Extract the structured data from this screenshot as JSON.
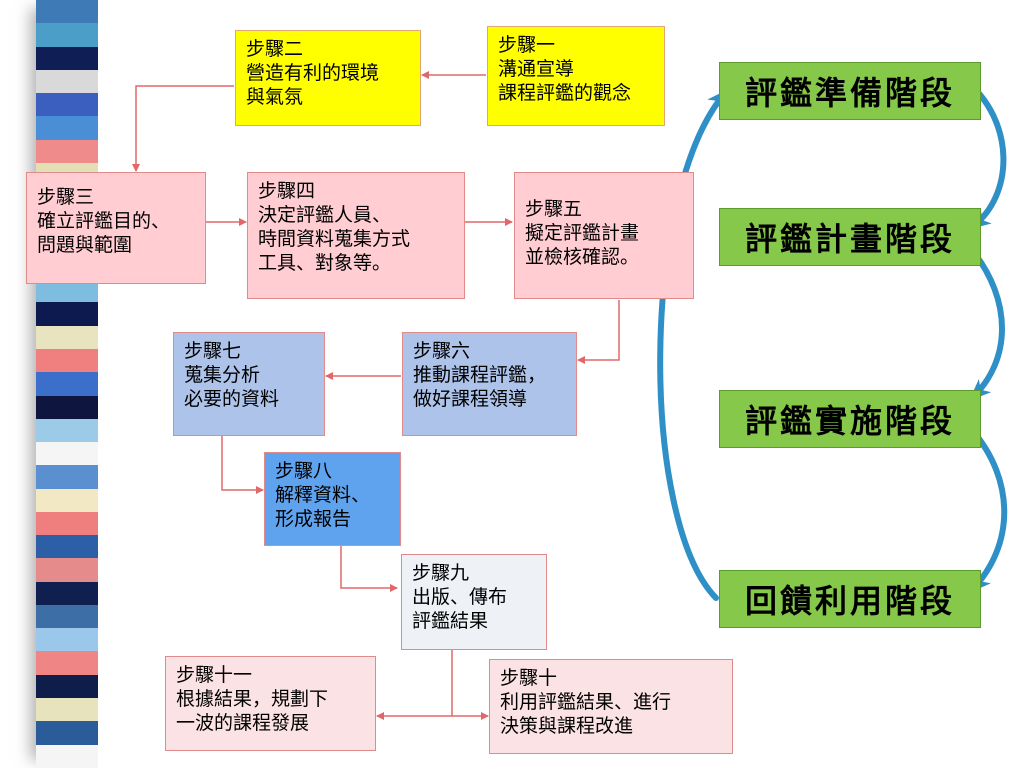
{
  "stripes": [
    "#3e7ab5",
    "#4b9ec8",
    "#0f1f55",
    "#d9d9d9",
    "#3a5fbf",
    "#4a8fd6",
    "#ef8b8b",
    "#e3e0b5",
    "#2f6ec1",
    "#f5f5f5",
    "#2b5c8c",
    "#1d3e6e",
    "#7fbde0",
    "#0d1a50",
    "#e8e4c0",
    "#f08080",
    "#3b6fc9",
    "#0e1640",
    "#9ccbe8",
    "#f5f5f5",
    "#5a8fd0",
    "#f2e9c4",
    "#ef7f7f",
    "#2d5fa6",
    "#e68b8b",
    "#0f2050",
    "#3d6ea5",
    "#9bc7ea",
    "#f08585",
    "#0f1d4a",
    "#e6e3bd",
    "#2b5c9a",
    "#f5f5f5"
  ],
  "steps": [
    {
      "id": "2",
      "lines": [
        "步驟二",
        "營造有利的環境",
        "與氣氛"
      ]
    },
    {
      "id": "1",
      "lines": [
        "步驟一",
        "溝通宣導",
        "課程評鑑的觀念"
      ]
    },
    {
      "id": "3",
      "lines": [
        "步驟三",
        "確立評鑑目的、",
        "問題與範圍"
      ]
    },
    {
      "id": "4",
      "lines": [
        "步驟四",
        "決定評鑑人員、",
        "時間資料蒐集方式",
        "工具、對象等。"
      ]
    },
    {
      "id": "5",
      "lines": [
        "步驟五",
        "擬定評鑑計畫",
        "並檢核確認。"
      ]
    },
    {
      "id": "7",
      "lines": [
        "步驟七",
        "蒐集分析",
        "必要的資料"
      ]
    },
    {
      "id": "6",
      "lines": [
        "步驟六",
        "推動課程評鑑，",
        "做好課程領導"
      ]
    },
    {
      "id": "8",
      "lines": [
        "步驟八",
        "解釋資料、",
        "形成報告"
      ]
    },
    {
      "id": "9",
      "lines": [
        "步驟九",
        "出版、傳布",
        "評鑑結果"
      ]
    },
    {
      "id": "11",
      "lines": [
        "步驟十一",
        "根據結果，規劃下",
        "一波的課程發展"
      ]
    },
    {
      "id": "10",
      "lines": [
        "步驟十",
        "利用評鑑結果、進行",
        "決策與課程改進"
      ]
    }
  ],
  "stages": [
    {
      "label": "評鑑準備階段"
    },
    {
      "label": "評鑑計畫階段"
    },
    {
      "label": "評鑑實施階段"
    },
    {
      "label": "回饋利用階段"
    }
  ],
  "colors": {
    "yellow": "#ffff00",
    "pink": "#ffcdd2",
    "blue": "#aec3ea",
    "brightblue": "#5fa3ee",
    "palegray": "#eef2f7",
    "palepink": "#fbe2e4",
    "stage_green": "#86c94a",
    "connector": "#e06868",
    "arrow_blue": "#2f8fc7"
  }
}
